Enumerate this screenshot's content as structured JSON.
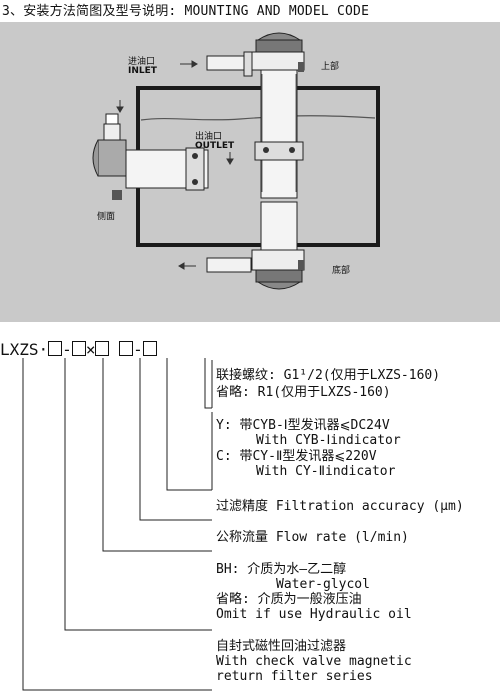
{
  "title": "3、安装方法简图及型号说明: MOUNTING AND MODEL CODE",
  "diagram": {
    "inlet_cn": "进油口",
    "inlet_en": "INLET",
    "outlet_cn": "出油口",
    "outlet_en": "OUTLET",
    "top_cn": "上部",
    "side_cn": "侧面",
    "bottom_cn": "底部"
  },
  "model": {
    "prefix": "LXZS·",
    "sep1": "-",
    "sep2": "-",
    "times": "×",
    "sep3": "-"
  },
  "items": {
    "thread_cn": "联接螺纹: G1¹/2(仅用于LXZS-160)",
    "thread_omit": "省略: R1(仅用于LXZS-160)",
    "y_cn": "Y: 带CYB-Ⅰ型发讯器⩽DC24V",
    "y_en": "With CYB-Ⅰindicator",
    "c_cn": "C: 带CY-Ⅱ型发讯器⩽220V",
    "c_en": "With CY-Ⅱindicator",
    "filtration": "过滤精度  Filtration accuracy (μm)",
    "flow": "公称流量 Flow rate  (l/min)",
    "bh_cn": "BH: 介质为水—乙二醇",
    "bh_en": "Water-glycol",
    "omit_cn": "省略: 介质为一般液压油",
    "omit_en": "Omit if use Hydraulic oil",
    "series_cn": "自封式磁性回油过滤器",
    "series_en1": "With check valve magnetic",
    "series_en2": "return filter series"
  }
}
